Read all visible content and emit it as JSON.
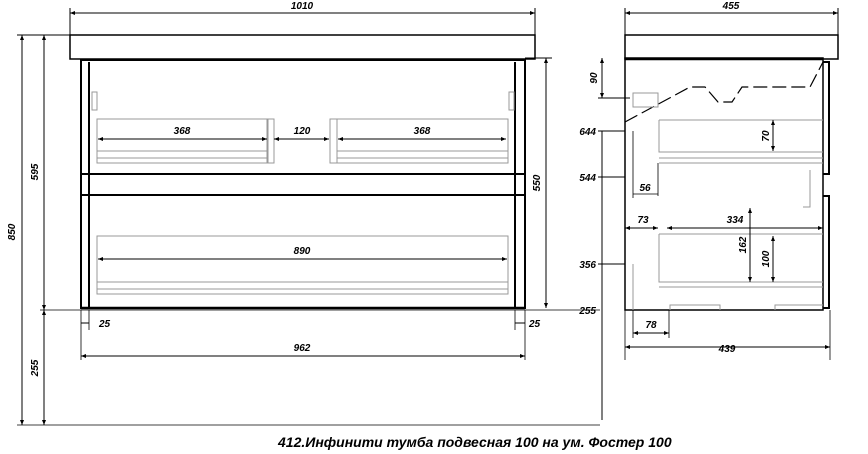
{
  "front_view": {
    "overall_width": "1010",
    "total_height": "850",
    "top_height": "595",
    "body_height": "550",
    "leg_height": "255",
    "drawer_left_width": "368",
    "drawer_gap": "120",
    "drawer_right_width": "368",
    "lower_drawer_width": "890",
    "side_offset_left": "25",
    "side_offset_right": "25",
    "body_width": "962"
  },
  "side_view": {
    "overall_depth": "455",
    "top_offset": "90",
    "level_644": "644",
    "level_544": "544",
    "level_356": "356",
    "level_255": "255",
    "recess_56": "56",
    "offset_73": "73",
    "drawer_depth": "334",
    "upper_drawer_height": "70",
    "lower_drawer_outer": "162",
    "lower_drawer_height": "100",
    "base_offset": "78",
    "body_depth": "439"
  },
  "caption": "412.Инфинити тумба подвесная 100 на ум. Фостер 100"
}
